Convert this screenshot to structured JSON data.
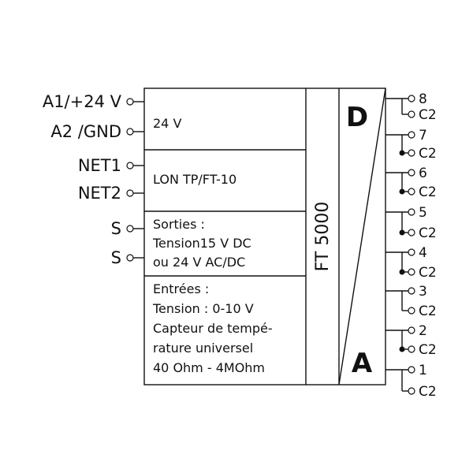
{
  "left_terminals": [
    {
      "label": "A1/+24 V"
    },
    {
      "label": "A2 /GND"
    },
    {
      "label": "NET1"
    },
    {
      "label": "NET2"
    },
    {
      "label": "S"
    },
    {
      "label": "S"
    }
  ],
  "blocks": {
    "power": [
      "24 V"
    ],
    "network": [
      "LON TP/FT-10"
    ],
    "outputs": [
      "Sorties :",
      "Tension15 V DC",
      "ou 24 V AC/DC"
    ],
    "inputs": [
      "Entrées :",
      "Tension : 0-10 V",
      "Capteur de tempé-",
      "rature universel",
      "40 Ohm - 4MOhm"
    ]
  },
  "module_name": "FT 5000",
  "converter": {
    "top": "D",
    "bottom": "A"
  },
  "right_terminals": [
    "8",
    "C2",
    "7",
    "C2",
    "6",
    "C2",
    "5",
    "C2",
    "4",
    "C2",
    "3",
    "C2",
    "2",
    "C2",
    "1",
    "C2"
  ],
  "colors": {
    "line": "#111111",
    "background": "#ffffff"
  }
}
